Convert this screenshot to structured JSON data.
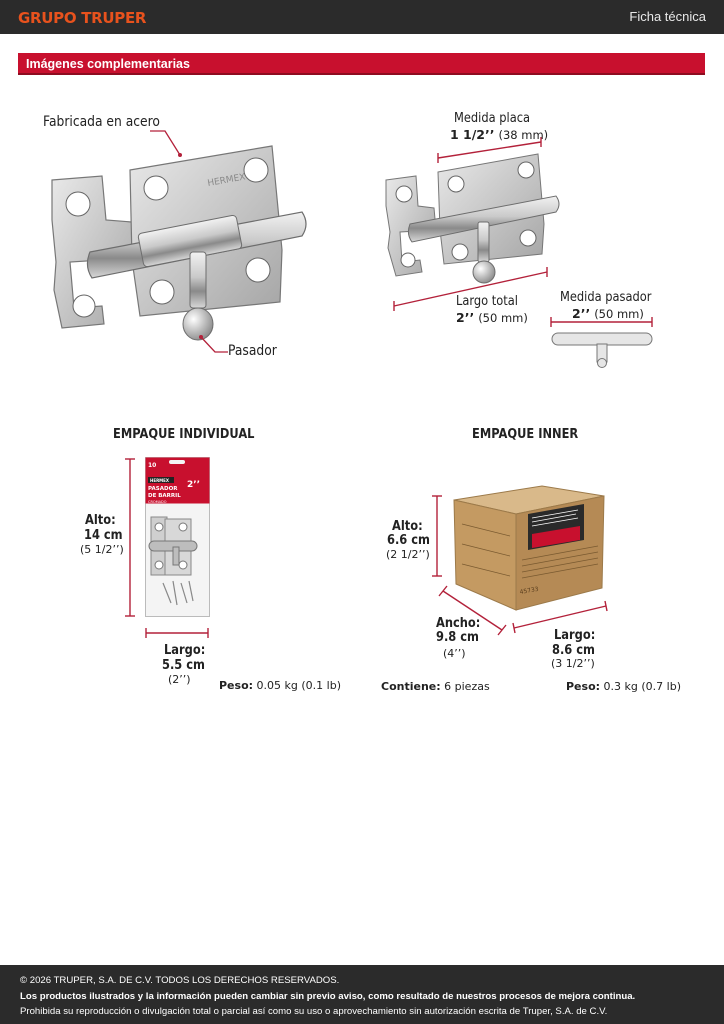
{
  "header": {
    "brand": "GRUPO TRUPER",
    "doc_type": "Ficha técnica"
  },
  "section": {
    "title": "Imágenes complementarias"
  },
  "product_callouts": {
    "material": "Fabricada en acero",
    "pin": "Pasador",
    "plate_label": "Medida placa",
    "plate_in": "1 1/2’’",
    "plate_mm": "(38 mm)",
    "total_label": "Largo total",
    "total_in": "2’’",
    "total_mm": "(50 mm)",
    "pin_label": "Medida pasador",
    "pin_in": "2’’",
    "pin_mm": "(50 mm)",
    "logo_text": "HERMEX"
  },
  "individual_pack": {
    "title": "EMPAQUE INDIVIDUAL",
    "height_label": "Alto:",
    "height_cm": "14 cm",
    "height_in": "(5 1/2’’)",
    "length_label": "Largo:",
    "length_cm": "5.5 cm",
    "length_in": "(2’’)",
    "weight_label": "Peso:",
    "weight_value": "0.05 kg (0.1 lb)",
    "card_brand": "HERMEX",
    "card_count": "10",
    "card_title_1": "PASADOR",
    "card_title_2": "DE BARRIL",
    "card_size": "2’’",
    "card_finish": "CROMADO"
  },
  "inner_pack": {
    "title": "EMPAQUE INNER",
    "height_label": "Alto:",
    "height_cm": "6.6 cm",
    "height_in": "(2 1/2’’)",
    "width_label": "Ancho:",
    "width_cm": "9.8 cm",
    "width_in": "(4’’)",
    "length_label": "Largo:",
    "length_cm": "8.6 cm",
    "length_in": "(3 1/2’’)",
    "contains_label": "Contiene:",
    "contains_value": "6 piezas",
    "weight_label": "Peso:",
    "weight_value": "0.3 kg (0.7 lb)",
    "box_code": "45733"
  },
  "footer": {
    "copyright": "© 2026 TRUPER, S.A. DE C.V. TODOS LOS DERECHOS RESERVADOS.",
    "notice": "Los productos ilustrados y la información pueden cambiar sin previo aviso, como resultado de nuestros procesos de mejora continua.",
    "prohibition": "Prohibida su reproducción o divulgación total o parcial así como su uso o aprovechamiento sin autorización escrita de Truper, S.A. de C.V."
  },
  "colors": {
    "accent_red": "#c8102e",
    "brand_orange": "#e8521d",
    "dark_bar": "#2b2b2b",
    "dimension_line": "#b3213a"
  }
}
